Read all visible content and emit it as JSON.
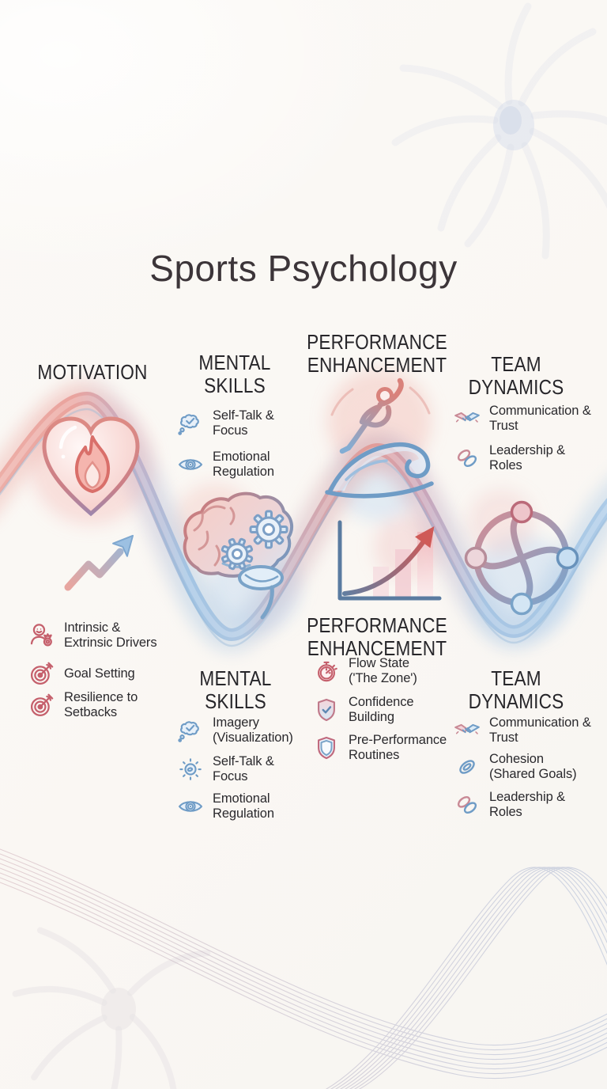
{
  "title": "Sports Psychology",
  "palette": {
    "background": "#faf8f4",
    "title_ink": "#3c3539",
    "header_ink": "#27262a",
    "label_ink": "#2a292d",
    "accent_red": "#d97b76",
    "accent_blue": "#7ba3cc"
  },
  "background_watermarks": [
    "neuron-top-right",
    "neuron-bottom-left",
    "wave-lines-bottom"
  ],
  "flow_ribbon_icons": [
    "heart-flame-icon",
    "growth-arrow-icon",
    "brain-gears-icon",
    "runner-wave-icon",
    "growth-chart-icon",
    "team-ring-icon"
  ],
  "sections": {
    "motivation": {
      "header": "MOTIVATION",
      "icon_main": "heart-flame-icon",
      "icon_secondary": "growth-arrow-icon",
      "items": [
        {
          "icon": "person-medal-icon",
          "label": "Intrinsic & Extrinsic Drivers"
        },
        {
          "icon": "target-dart-icon",
          "label": "Goal Setting"
        },
        {
          "icon": "target-dart-icon",
          "label": "Resilience to Setbacks"
        }
      ]
    },
    "mental_skills": {
      "header": "MENTAL SKILLS",
      "icon_main": "brain-gears-icon",
      "items_top": [
        {
          "icon": "thought-check-icon",
          "label": "Self-Talk & Focus"
        },
        {
          "icon": "eye-icon",
          "label": "Emotional Regulation"
        }
      ],
      "items_bottom": [
        {
          "icon": "thought-check-icon",
          "label": "Imagery (Visualization)"
        },
        {
          "icon": "focus-sun-icon",
          "label": "Self-Talk & Focus"
        },
        {
          "icon": "eye-icon",
          "label": "Emotional Regulation"
        }
      ]
    },
    "performance": {
      "header": "PERFORMANCE ENHANCEMENT",
      "icon_main": "runner-wave-icon",
      "icon_secondary": "growth-chart-icon",
      "items": [
        {
          "icon": "stopwatch-icon",
          "label": "Flow State ('The Zone')"
        },
        {
          "icon": "shield-check-icon",
          "label": "Confidence Building"
        },
        {
          "icon": "shield-icon",
          "label": "Pre-Performance Routines"
        }
      ]
    },
    "team_dynamics": {
      "header": "TEAM DYNAMICS",
      "icon_main": "team-ring-icon",
      "items_top": [
        {
          "icon": "handshake-icon",
          "label": "Communication & Trust"
        },
        {
          "icon": "chain-links-icon",
          "label": "Leadership & Roles"
        }
      ],
      "items_bottom": [
        {
          "icon": "handshake-icon",
          "label": "Communication & Trust"
        },
        {
          "icon": "chain-link-icon",
          "label": "Cohesion (Shared Goals)"
        },
        {
          "icon": "chain-links-icon",
          "label": "Leadership & Roles"
        }
      ]
    }
  }
}
